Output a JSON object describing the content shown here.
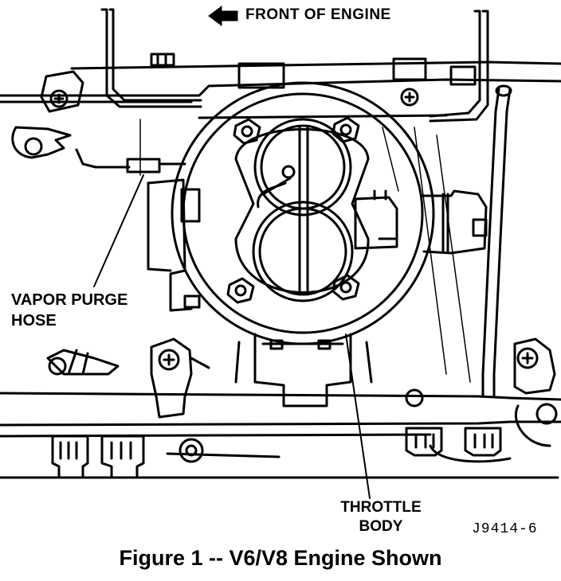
{
  "labels": {
    "front_of_engine": "FRONT OF ENGINE",
    "vapor_purge_hose_line1": "VAPOR PURGE",
    "vapor_purge_hose_line2": "HOSE",
    "throttle_body_line1": "THROTTLE",
    "throttle_body_line2": "BODY",
    "figure_number": "J9414-6"
  },
  "caption": "Figure 1 -- V6/V8 Engine Shown",
  "colors": {
    "ink": "#000000",
    "paper": "#ffffff"
  },
  "icons": {
    "direction_arrow": "arrow-left-icon"
  }
}
